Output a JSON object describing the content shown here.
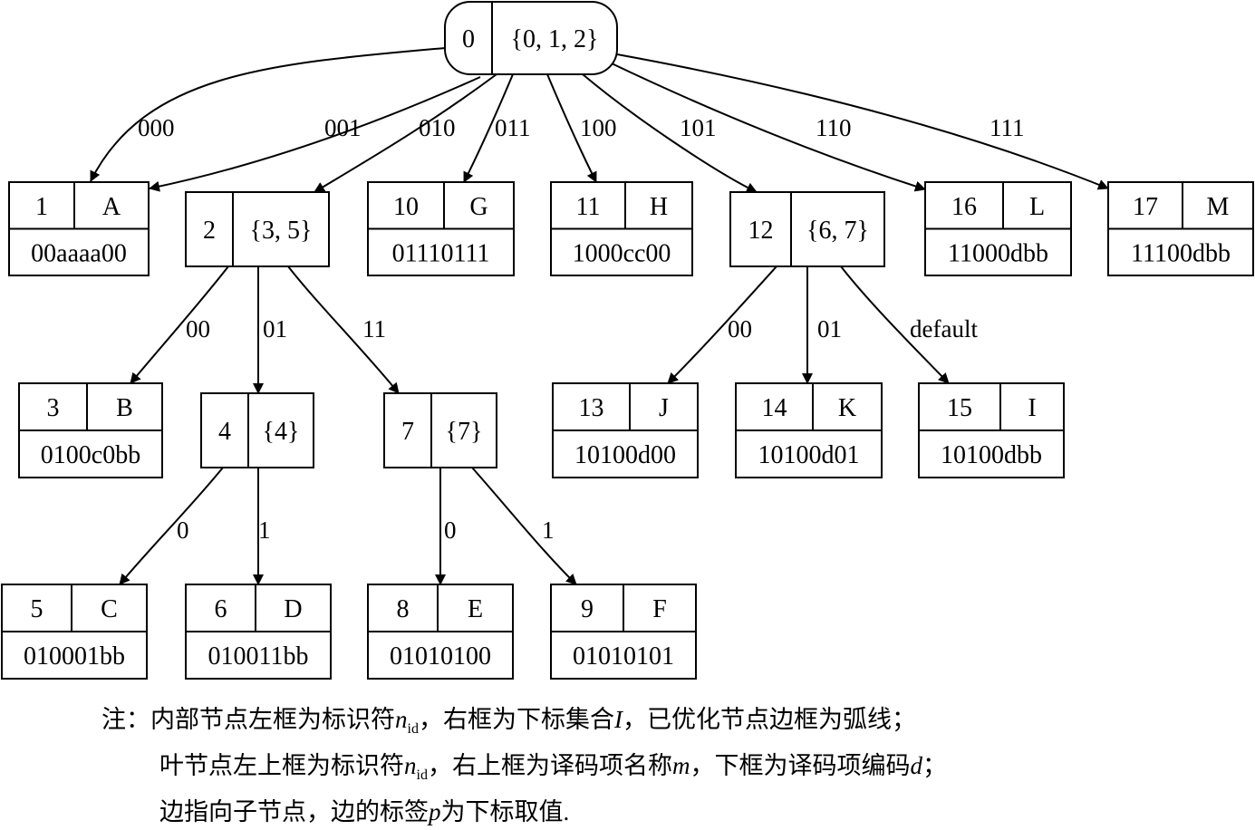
{
  "nodes": [
    {
      "id": "0",
      "kind": "internal",
      "optimized": true,
      "label": "0",
      "index_set": "{0, 1, 2}"
    },
    {
      "id": "1",
      "kind": "leaf",
      "label": "1",
      "name": "A",
      "code": "00aaaa00"
    },
    {
      "id": "2",
      "kind": "internal",
      "optimized": false,
      "label": "2",
      "index_set": "{3, 5}"
    },
    {
      "id": "10",
      "kind": "leaf",
      "label": "10",
      "name": "G",
      "code": "01110111"
    },
    {
      "id": "11",
      "kind": "leaf",
      "label": "11",
      "name": "H",
      "code": "1000cc00"
    },
    {
      "id": "12",
      "kind": "internal",
      "optimized": false,
      "label": "12",
      "index_set": "{6, 7}"
    },
    {
      "id": "16",
      "kind": "leaf",
      "label": "16",
      "name": "L",
      "code": "11000dbb"
    },
    {
      "id": "17",
      "kind": "leaf",
      "label": "17",
      "name": "M",
      "code": "11100dbb"
    },
    {
      "id": "3",
      "kind": "leaf",
      "label": "3",
      "name": "B",
      "code": "0100c0bb"
    },
    {
      "id": "4",
      "kind": "internal",
      "optimized": false,
      "label": "4",
      "index_set": "{4}"
    },
    {
      "id": "7",
      "kind": "internal",
      "optimized": false,
      "label": "7",
      "index_set": "{7}"
    },
    {
      "id": "13",
      "kind": "leaf",
      "label": "13",
      "name": "J",
      "code": "10100d00"
    },
    {
      "id": "14",
      "kind": "leaf",
      "label": "14",
      "name": "K",
      "code": "10100d01"
    },
    {
      "id": "15",
      "kind": "leaf",
      "label": "15",
      "name": "I",
      "code": "10100dbb"
    },
    {
      "id": "5",
      "kind": "leaf",
      "label": "5",
      "name": "C",
      "code": "010001bb"
    },
    {
      "id": "6",
      "kind": "leaf",
      "label": "6",
      "name": "D",
      "code": "010011bb"
    },
    {
      "id": "8",
      "kind": "leaf",
      "label": "8",
      "name": "E",
      "code": "01010100"
    },
    {
      "id": "9",
      "kind": "leaf",
      "label": "9",
      "name": "F",
      "code": "01010101"
    }
  ],
  "edges": [
    {
      "from": "0",
      "to": "1",
      "label": "000"
    },
    {
      "from": "0",
      "to": "1",
      "label": "001"
    },
    {
      "from": "0",
      "to": "2",
      "label": "010"
    },
    {
      "from": "0",
      "to": "10",
      "label": "011"
    },
    {
      "from": "0",
      "to": "11",
      "label": "100"
    },
    {
      "from": "0",
      "to": "12",
      "label": "101"
    },
    {
      "from": "0",
      "to": "16",
      "label": "110"
    },
    {
      "from": "0",
      "to": "17",
      "label": "111"
    },
    {
      "from": "2",
      "to": "3",
      "label": "00"
    },
    {
      "from": "2",
      "to": "4",
      "label": "01"
    },
    {
      "from": "2",
      "to": "7",
      "label": "11"
    },
    {
      "from": "12",
      "to": "13",
      "label": "00"
    },
    {
      "from": "12",
      "to": "14",
      "label": "01"
    },
    {
      "from": "12",
      "to": "15",
      "label": "default"
    },
    {
      "from": "4",
      "to": "5",
      "label": "0"
    },
    {
      "from": "4",
      "to": "6",
      "label": "1"
    },
    {
      "from": "7",
      "to": "8",
      "label": "0"
    },
    {
      "from": "7",
      "to": "9",
      "label": "1"
    }
  ],
  "note": {
    "prefix": "注：",
    "line1_a": "内部节点左框为标识符",
    "line1_var": "n",
    "line1_sub": "id",
    "line1_b": "，右框为下标集合",
    "line1_var2": "I",
    "line1_c": "，已优化节点边框为弧线；",
    "line2_a": "叶节点左上框为标识符",
    "line2_var": "n",
    "line2_sub": "id",
    "line2_b": "，右上框为译码项名称",
    "line2_var2": "m",
    "line2_c": "，下框为译码项编码",
    "line2_var3": "d",
    "line2_d": "；",
    "line3_a": "边指向子节点，边的标签",
    "line3_var": "p",
    "line3_b": "为下标取值."
  }
}
